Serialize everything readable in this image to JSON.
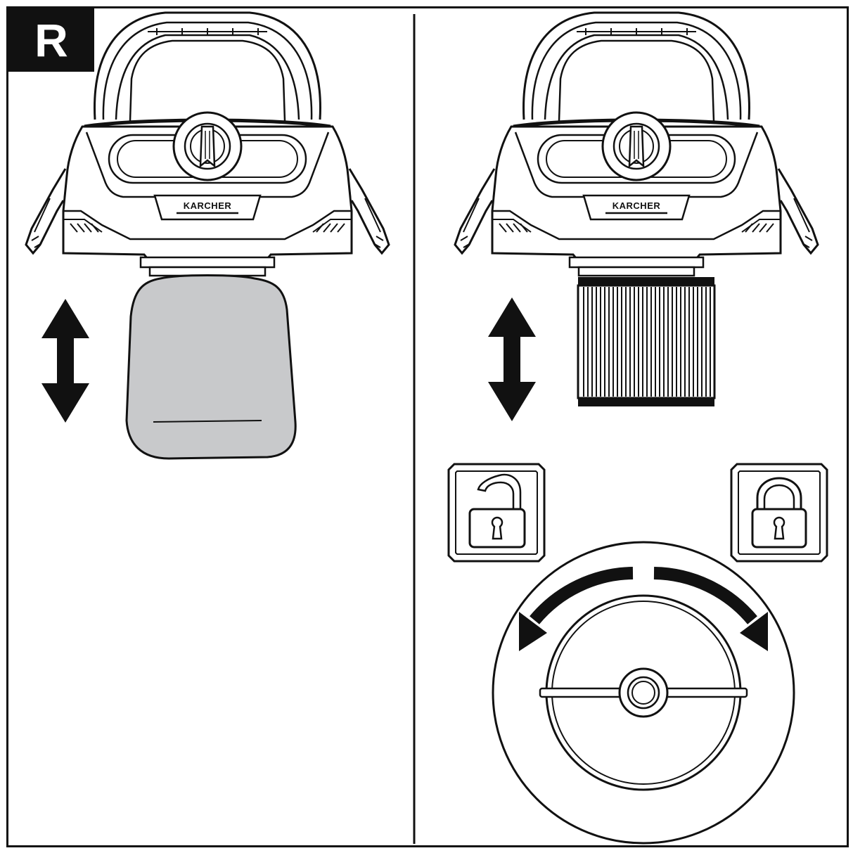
{
  "figure": {
    "badge_letter": "R",
    "brand_label": "KARCHER",
    "panels": [
      {
        "name": "left",
        "filter": "bag",
        "motion": "vertical-double-arrow"
      },
      {
        "name": "right",
        "filter": "cartridge",
        "motion": "vertical-double-arrow",
        "rotation": "lock-unlock"
      }
    ],
    "icons": [
      "unlock-icon",
      "lock-icon",
      "rotate-left-arrow",
      "rotate-right-arrow"
    ],
    "colors": {
      "line": "#111111",
      "bag_fill": "#c8c9cb",
      "background": "#ffffff"
    }
  }
}
